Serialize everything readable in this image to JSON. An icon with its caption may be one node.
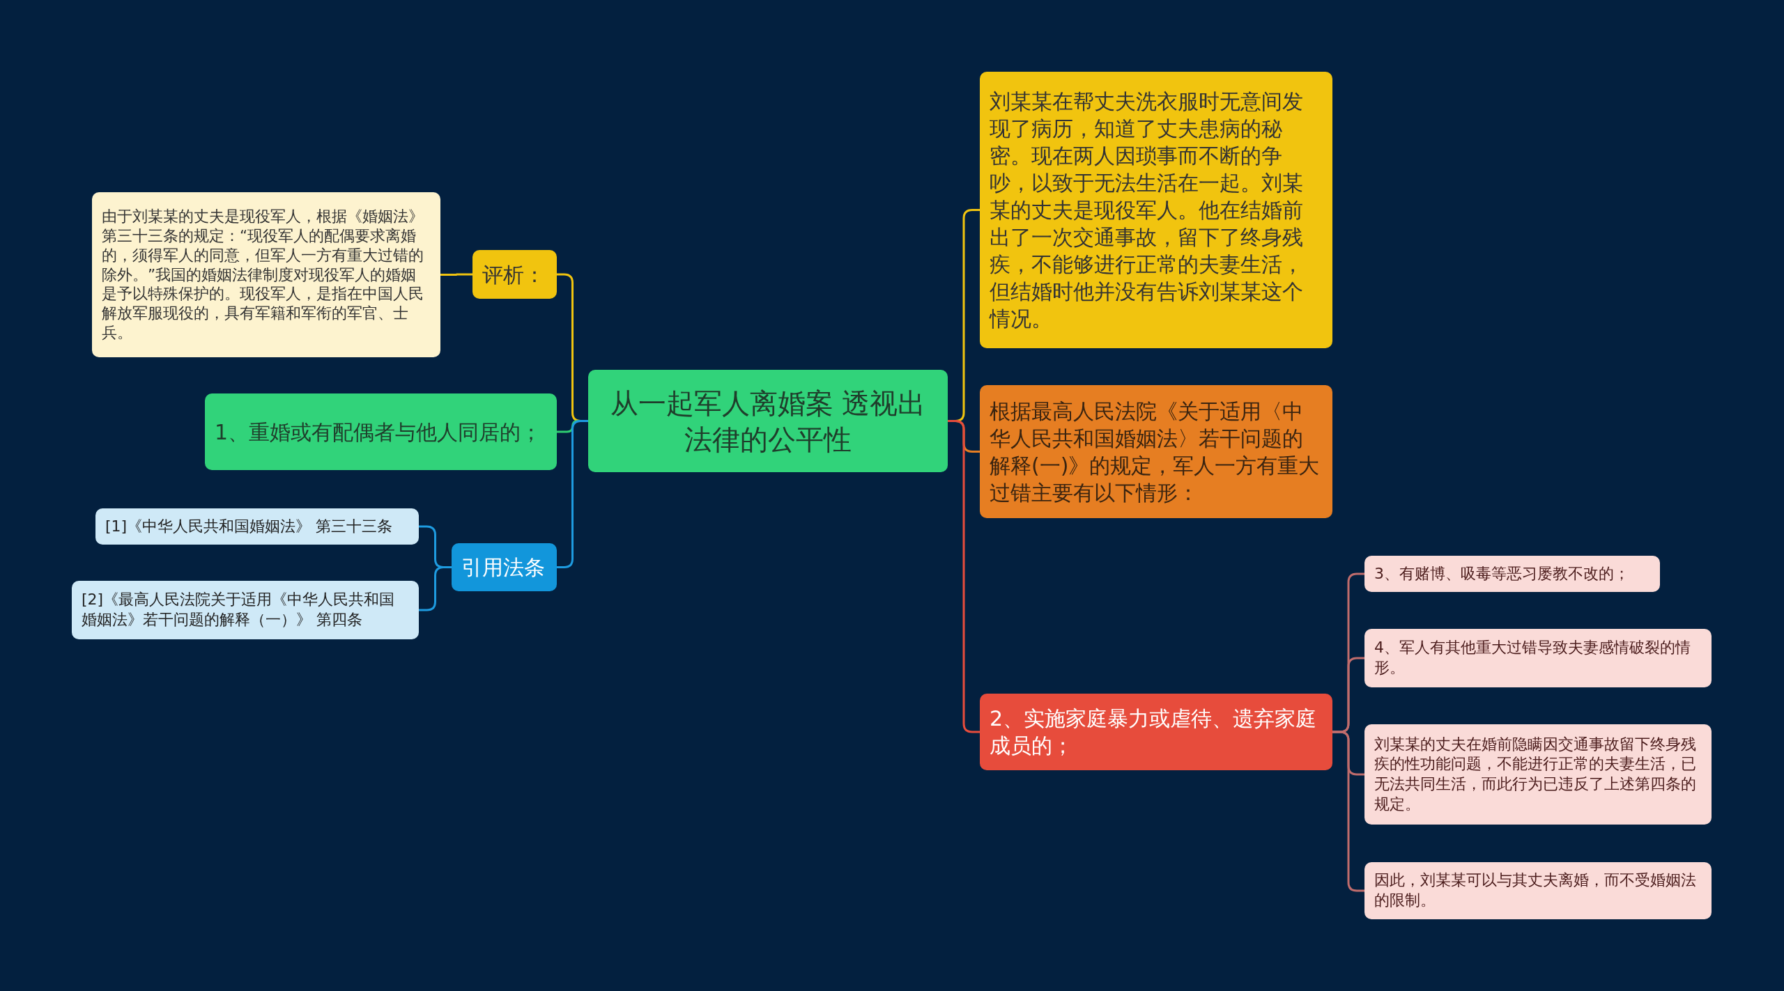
{
  "diagram": {
    "nodes": [
      {
        "text": [
          "从一起军人离婚案 透视出法律的公平性"
        ]
      },
      {
        "text": [
          "评析："
        ]
      },
      {
        "text": [
          "由于刘某某的丈夫是现役军人，根据《婚姻法》第三十三条的规定：“现役军人的配偶要求离婚的，须得军人的同意，但军人一方有重大过错的除外。”我国的婚姻法律制度对现役军人的婚姻是予以特殊保护的。现役军人，是指在中国人民解放军服现役的，具有军籍和军衔的军官、士兵。"
        ]
      },
      {
        "text": [
          "1、重婚或有配偶者与他人同居的；"
        ]
      },
      {
        "text": [
          "引用法条"
        ]
      },
      {
        "text": [
          "[1]《中华人民共和国婚姻法》 第三十三条"
        ]
      },
      {
        "text": [
          "[2]《最高人民法院关于适用《中华人民共和国婚姻法》若干问题的解释（一）》 第四条"
        ]
      },
      {
        "text": [
          "刘某某在帮丈夫洗衣服时无意间发现了病历，知道了丈夫患病的秘密。现在两人因琐事而不断的争吵，以致于无法生活在一起。刘某某的丈夫是现役军人。他在结婚前出了一次交通事故，留下了终身残疾，不能够进行正常的夫妻生活，但结婚时他并没有告诉刘某某这个情况。"
        ]
      },
      {
        "text": [
          "根据最高人民法院《关于适用〈中华人民共和国婚姻法〉若干问题的解释(一)》的规定，军人一方有重大过错主要有以下情形："
        ]
      },
      {
        "text": [
          "2、实施家庭暴力或虐待、遗弃家庭成员的；"
        ]
      },
      {
        "text": [
          "3、有赌博、吸毒等恶习屡教不改的；"
        ]
      },
      {
        "text": [
          "4、军人有其他重大过错导致夫妻感情破裂的情形。"
        ]
      },
      {
        "text": [
          "刘某某的丈夫在婚前隐瞒因交通事故留下终身残疾的性功能问题，不能进行正常的夫妻生活，已无法共同生活，而此行为已违反了上述第四条的规定。"
        ]
      },
      {
        "text": [
          "因此，刘某某可以与其丈夫离婚，而不受婚姻法的限制。"
        ]
      }
    ],
    "edges": [
      {
        "from": 0,
        "to": 1,
        "arrow": "none",
        "color": "#f1c40f"
      },
      {
        "from": 1,
        "to": 2,
        "arrow": "none",
        "color": "#f1c40f"
      },
      {
        "from": 0,
        "to": 3,
        "arrow": "none",
        "color": "#2ecc71"
      },
      {
        "from": 0,
        "to": 4,
        "arrow": "none",
        "color": "#1e9be0"
      },
      {
        "from": 4,
        "to": 5,
        "arrow": "none",
        "color": "#1e9be0"
      },
      {
        "from": 4,
        "to": 6,
        "arrow": "none",
        "color": "#1e9be0"
      },
      {
        "from": 0,
        "to": 7,
        "arrow": "none",
        "color": "#f1c40f"
      },
      {
        "from": 0,
        "to": 8,
        "arrow": "none",
        "color": "#e67e22"
      },
      {
        "from": 0,
        "to": 9,
        "arrow": "none",
        "color": "#e74c3c"
      },
      {
        "from": 9,
        "to": 10,
        "arrow": "none"
      },
      {
        "from": 9,
        "to": 11,
        "arrow": "none"
      },
      {
        "from": 9,
        "to": 12,
        "arrow": "none"
      },
      {
        "from": 9,
        "to": 13,
        "arrow": "none"
      }
    ]
  }
}
